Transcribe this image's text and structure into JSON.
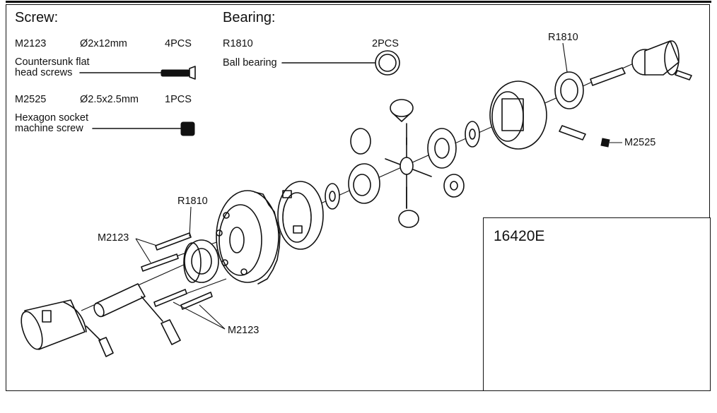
{
  "screw_legend": {
    "heading": "Screw:",
    "items": [
      {
        "code": "M2123",
        "size": "Ø2x12mm",
        "qty": "4PCS",
        "desc_line1": "Countersunk flat",
        "desc_line2": "head screws"
      },
      {
        "code": "M2525",
        "size": "Ø2.5x2.5mm",
        "qty": "1PCS",
        "desc_line1": "Hexagon socket",
        "desc_line2": "machine screw"
      }
    ]
  },
  "bearing_legend": {
    "heading": "Bearing:",
    "code": "R1810",
    "qty": "2PCS",
    "desc": "Ball bearing"
  },
  "callouts": {
    "r1810_top": "R1810",
    "r1810_left": "R1810",
    "m2525": "M2525",
    "m2123_left": "M2123",
    "m2123_bottom": "M2123"
  },
  "assembly": {
    "part_number": "16420E"
  }
}
